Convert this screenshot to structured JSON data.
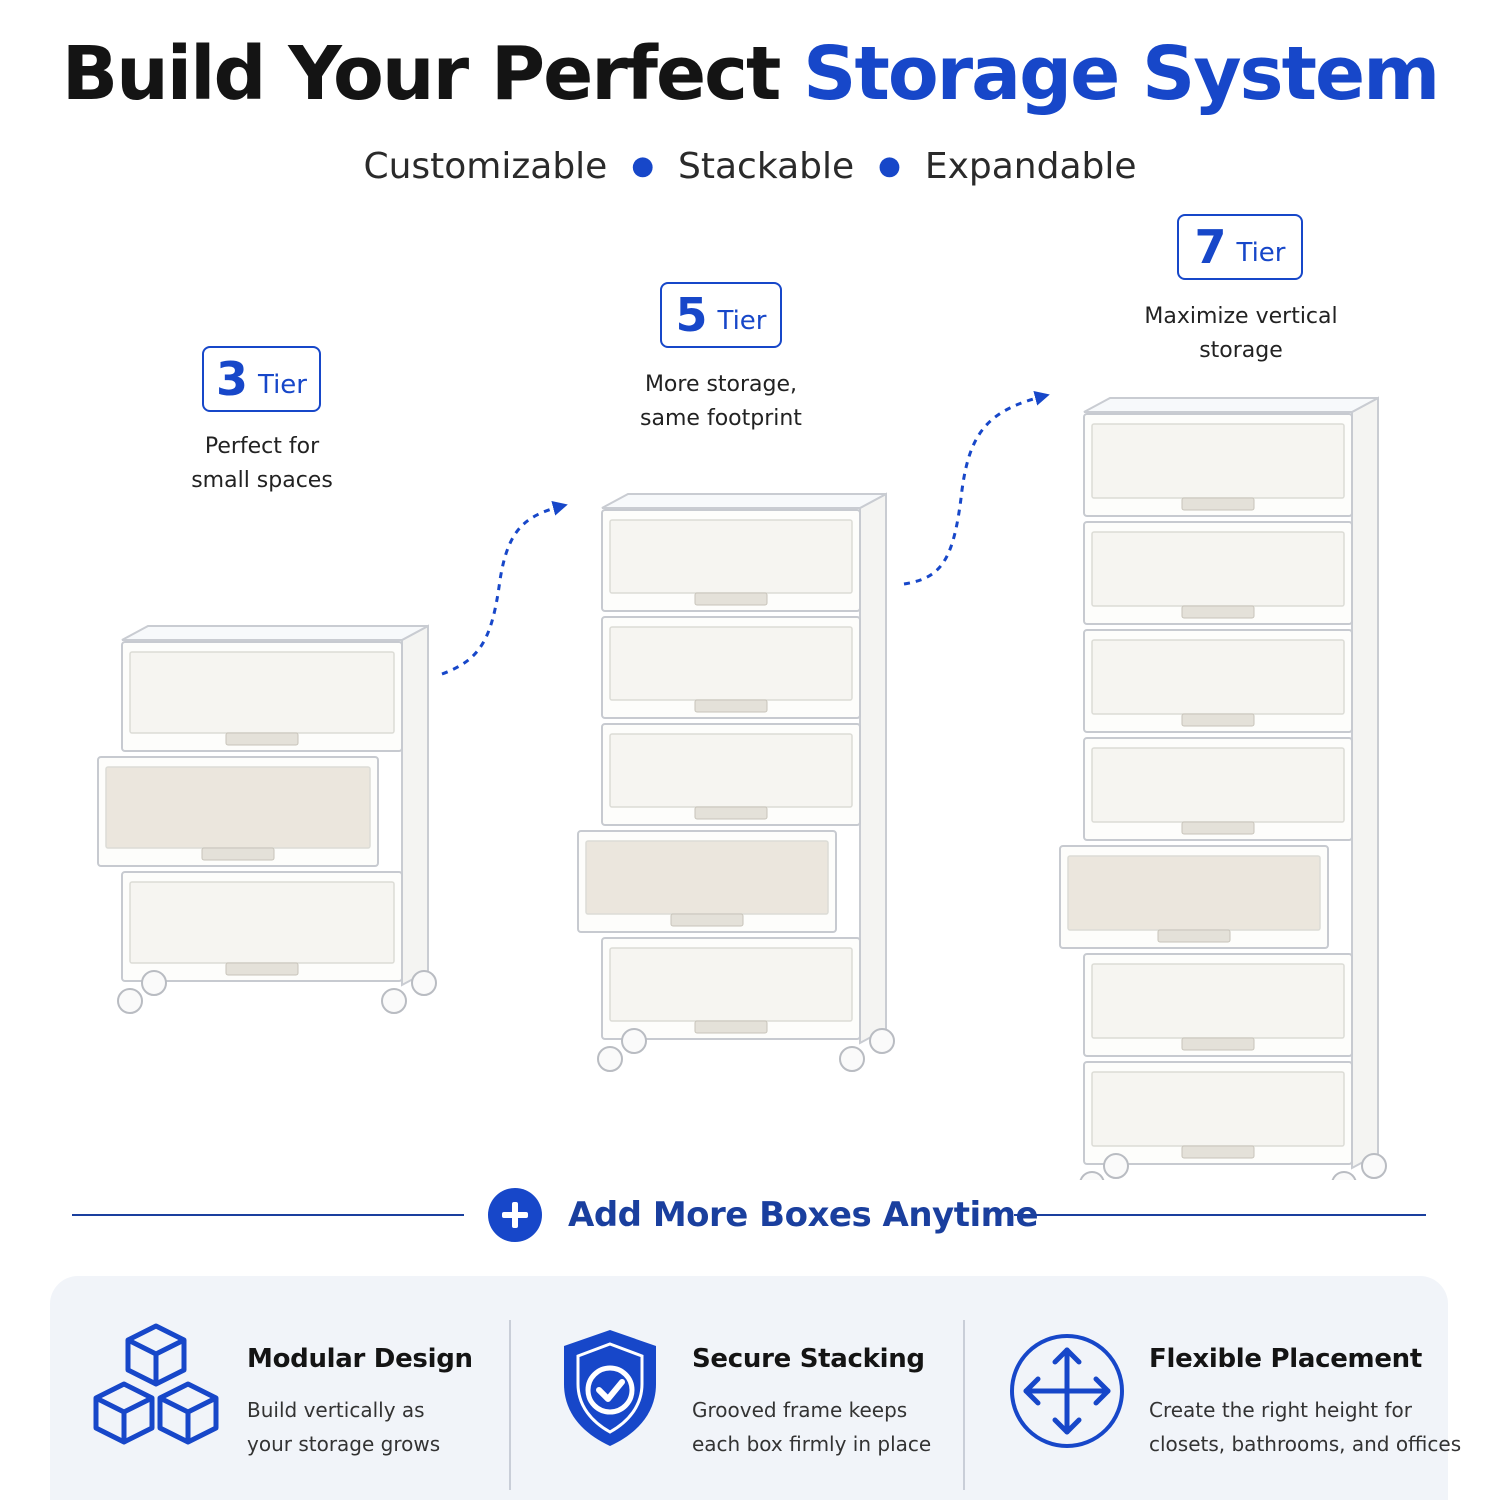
{
  "colors": {
    "accent": "#1747c9",
    "dark_text": "#141414",
    "panel_bg": "#f1f4f9"
  },
  "headline": {
    "dark": "Build Your Perfect",
    "accent": "Storage System"
  },
  "subline": {
    "items": [
      "Customizable",
      "Stackable",
      "Expandable"
    ]
  },
  "tiers": [
    {
      "number": "3",
      "unit": "Tier",
      "desc_line1": "Perfect for",
      "desc_line2": "small spaces"
    },
    {
      "number": "5",
      "unit": "Tier",
      "desc_line1": "More storage,",
      "desc_line2": "same footprint"
    },
    {
      "number": "7",
      "unit": "Tier",
      "desc_line1": "Maximize vertical",
      "desc_line2": "storage"
    }
  ],
  "add_banner": {
    "label": "Add More Boxes Anytime",
    "icon": "plus-circle-icon"
  },
  "features": [
    {
      "icon": "cubes-icon",
      "title": "Modular Design",
      "line1": "Build vertically as",
      "line2": "your storage grows"
    },
    {
      "icon": "shield-check-icon",
      "title": "Secure Stacking",
      "line1": "Grooved frame keeps",
      "line2": "each box firmly in place"
    },
    {
      "icon": "move-arrows-icon",
      "title": "Flexible Placement",
      "line1": "Create the right height for",
      "line2": "closets, bathrooms, and offices"
    }
  ]
}
